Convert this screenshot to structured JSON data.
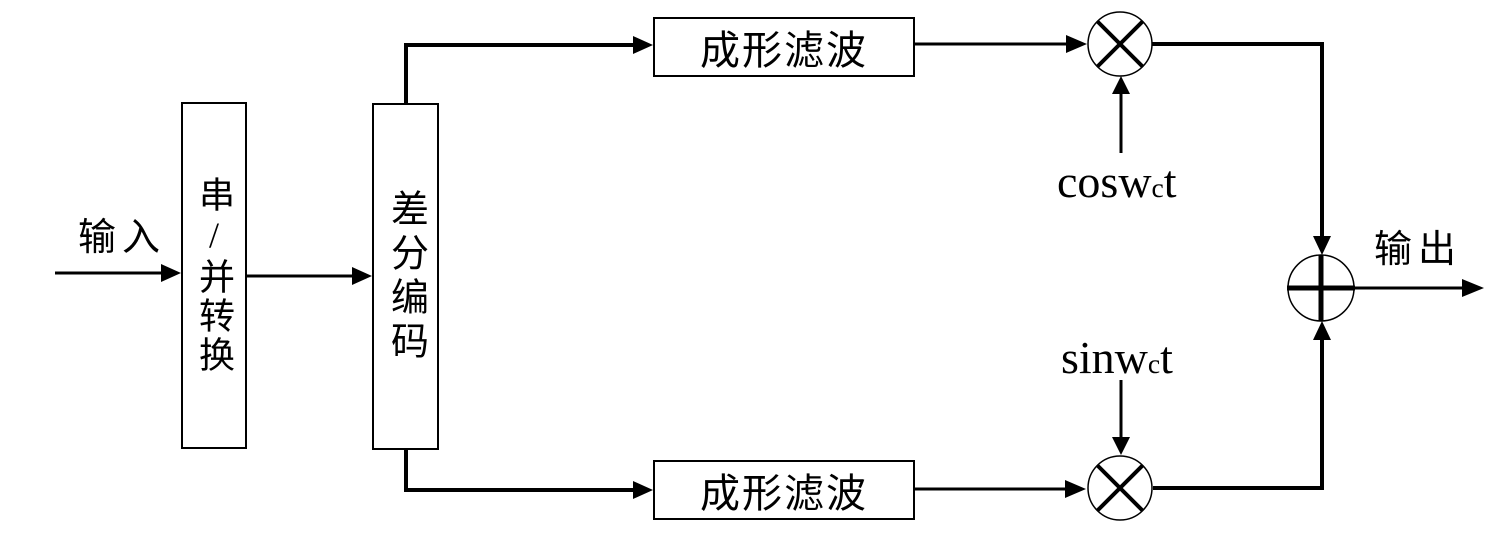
{
  "diagram": {
    "labels": {
      "input": "输入",
      "output": "输出"
    },
    "blocks": {
      "serial_parallel": "串/并转换",
      "differential_encoder": "差分编码",
      "shaping_filter_top": "成形滤波",
      "shaping_filter_bottom": "成形滤波"
    },
    "carrier_cos": {
      "main": "cosw",
      "sub": "c",
      "tail": "t"
    },
    "carrier_sin": {
      "main": "sinw",
      "sub": "c",
      "tail": "t"
    },
    "symbols": {
      "multiplier_top": "multiply-circle",
      "multiplier_bottom": "multiply-circle",
      "adder": "sum-circle"
    },
    "colors": {
      "line": "#000000",
      "background": "#ffffff"
    }
  }
}
